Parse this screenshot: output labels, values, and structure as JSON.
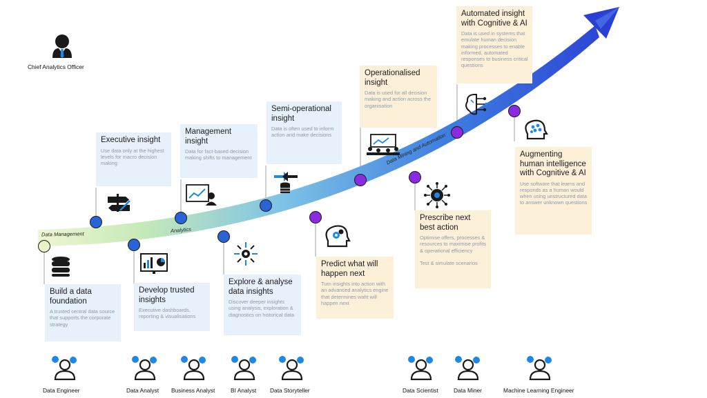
{
  "leader": {
    "label": "Chief Analytics Officer"
  },
  "curve_labels": {
    "data_management": "Data Management",
    "analytics": "Analytics",
    "mining_automation": "Data Mining and Automation"
  },
  "stages": {
    "build_foundation": {
      "title": "Build a data foundation",
      "text": "A trusted central data source that supports the corporate strategy"
    },
    "executive_insight": {
      "title": "Executive insight",
      "text": "Use data only at the highest levels for macro decision making"
    },
    "develop_insights": {
      "title": "Develop trusted insights",
      "text": "Executive dashboards, reporting & visualisations"
    },
    "management_insight": {
      "title": "Management insight",
      "text": "Data for fact-based decision making shifts to management"
    },
    "explore_analyse": {
      "title": "Explore & analyse data insights",
      "text": "Discover deeper insights using analysis, exploration & diagnostics on historical data"
    },
    "semi_operational": {
      "title": "Semi-operational insight",
      "text": "Data is often used to inform action and make decisions"
    },
    "predict_next": {
      "title": "Predict what will happen next",
      "text": "Turn insights into action with an advanced analytics engine that determines waht will happen next"
    },
    "operationalised": {
      "title": "Operationalised insight",
      "text": "Data is used for all decision making and action across the organisation"
    },
    "prescribe_action": {
      "title": "Prescribe next best action",
      "text": "Optimise offers, processes & resources to maximise profits & operational efficiency\n\nTest & simulate scenarios"
    },
    "automated_insight": {
      "title": "Automated insight with Cognitive & AI",
      "text": "Data is used in systems that emulate human decision making processes to enable informed, automated responses to business critical questions"
    },
    "augmenting": {
      "title": "Augmenting human intelligence with Cognitive & AI",
      "text": "Use software that learns and responds as a human would when using unstructured data to answer unknown questions"
    }
  },
  "roles": {
    "data_engineer": "Data Engineer",
    "data_analyst": "Data Analyst",
    "business_analyst": "Business Analyst",
    "bi_analyst": "BI Analyst",
    "data_storyteller": "Data Storyteller",
    "data_scientist": "Data Scientist",
    "data_miner": "Data Miner",
    "ml_engineer": "Machine Learning Engineer"
  },
  "colors": {
    "blue_card": "#e6f1fb",
    "orange_card": "#fdf0d9",
    "node_light": "#e9f3c6",
    "node_blue": "#2a63d6",
    "node_purple": "#8a2be2",
    "arrow_start": "#dcefb3",
    "arrow_end": "#2a44d6",
    "role_accent": "#1e88e5"
  }
}
